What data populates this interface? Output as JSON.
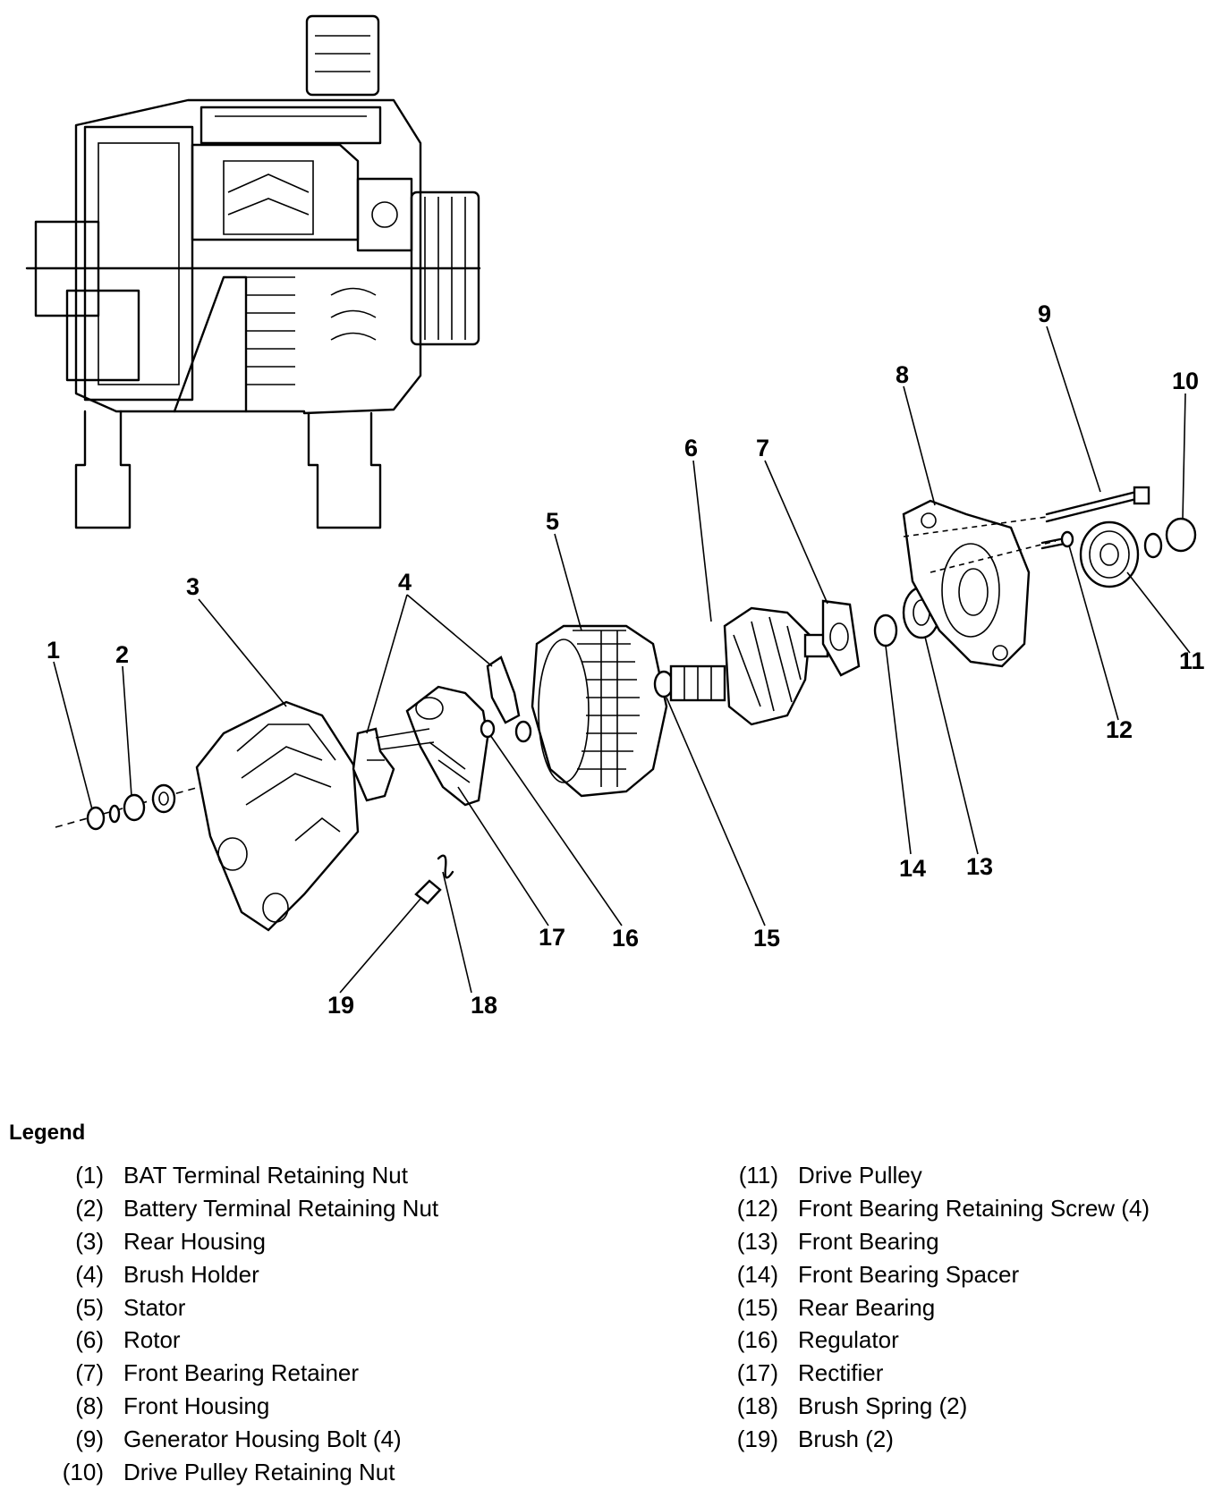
{
  "diagram": {
    "callouts": [
      "1",
      "2",
      "3",
      "4",
      "5",
      "6",
      "7",
      "8",
      "9",
      "10",
      "11",
      "12",
      "13",
      "14",
      "15",
      "16",
      "17",
      "18",
      "19"
    ]
  },
  "legend": {
    "title": "Legend",
    "left": [
      {
        "num": "(1)",
        "text": "BAT Terminal Retaining Nut"
      },
      {
        "num": "(2)",
        "text": "Battery Terminal Retaining Nut"
      },
      {
        "num": "(3)",
        "text": "Rear Housing"
      },
      {
        "num": "(4)",
        "text": "Brush Holder"
      },
      {
        "num": "(5)",
        "text": "Stator"
      },
      {
        "num": "(6)",
        "text": "Rotor"
      },
      {
        "num": "(7)",
        "text": "Front Bearing Retainer"
      },
      {
        "num": "(8)",
        "text": "Front Housing"
      },
      {
        "num": "(9)",
        "text": "Generator Housing Bolt (4)"
      },
      {
        "num": "(10)",
        "text": "Drive Pulley Retaining Nut"
      }
    ],
    "right": [
      {
        "num": "(11)",
        "text": "Drive Pulley"
      },
      {
        "num": "(12)",
        "text": "Front Bearing Retaining Screw (4)"
      },
      {
        "num": "(13)",
        "text": "Front Bearing"
      },
      {
        "num": "(14)",
        "text": "Front Bearing Spacer"
      },
      {
        "num": "(15)",
        "text": "Rear Bearing"
      },
      {
        "num": "(16)",
        "text": "Regulator"
      },
      {
        "num": "(17)",
        "text": "Rectifier"
      },
      {
        "num": "(18)",
        "text": "Brush Spring (2)"
      },
      {
        "num": "(19)",
        "text": "Brush (2)"
      }
    ]
  }
}
